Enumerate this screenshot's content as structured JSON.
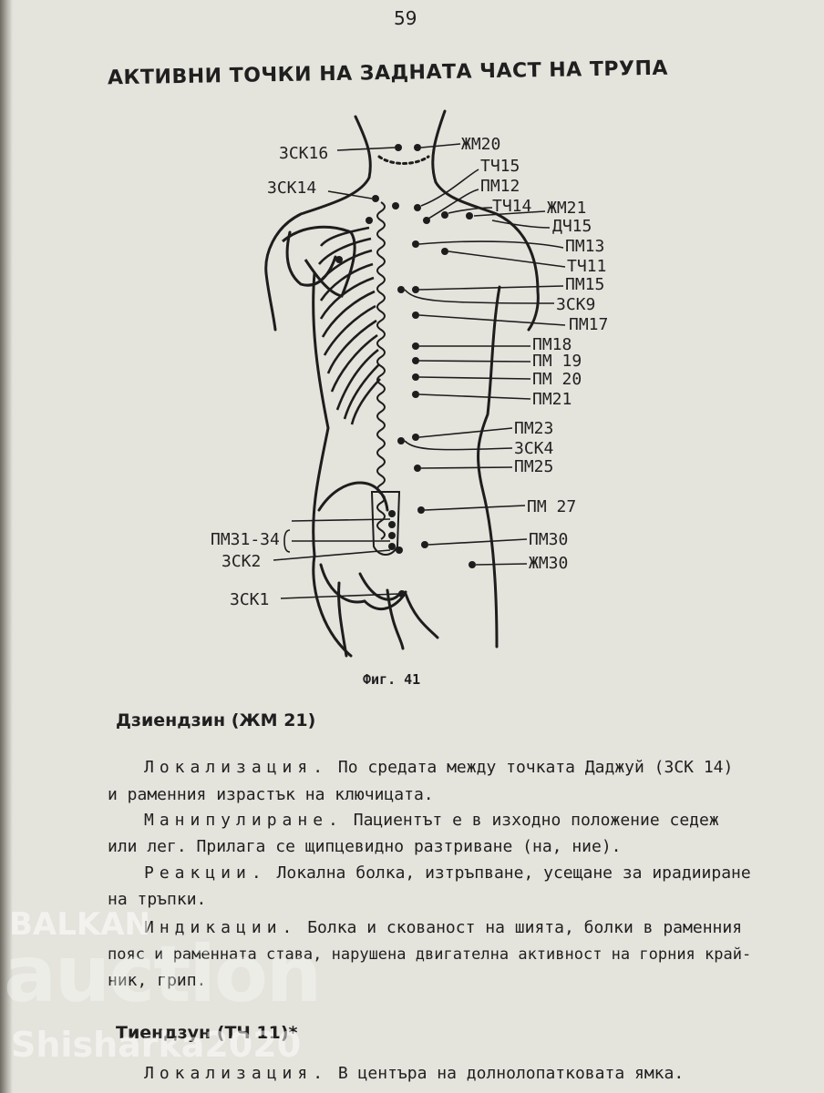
{
  "page": {
    "number": "59",
    "title": "АКТИВНИ ТОЧКИ НА ЗАДНАТА ЧАСТ НА ТРУПА"
  },
  "figure": {
    "caption": "Фиг. 41",
    "labels_left": [
      "ЗСК16",
      "ЗСК14",
      "ПМ31-34",
      "ЗСК2",
      "ЗСК1"
    ],
    "labels_right": [
      "ЖМ20",
      "ТЧ15",
      "ПМ12",
      "ТЧ14",
      "ЖМ21",
      "ДЧ15",
      "ПМ13",
      "ТЧ11",
      "ПМ15",
      "ЗСК9",
      "ПМ17",
      "ПМ18",
      "ПМ 19",
      "ПМ 20",
      "ПМ21",
      "ПМ23",
      "ЗСК4",
      "ПМ25",
      "ПМ 27",
      "ПМ30",
      "ЖМ30"
    ]
  },
  "sections": [
    {
      "heading": "Дзиендзин (ЖМ 21)",
      "paragraphs": [
        {
          "term": "Локализация.",
          "lines": [
            " По средата между точката Даджуй (ЗСК 14)",
            "и раменния израстък на ключицата."
          ]
        },
        {
          "term": "Манипулиране.",
          "lines": [
            " Пациентът е в изходно положение седеж",
            "или лег. Прилага се щипцевидно разтриване (на, ние)."
          ]
        },
        {
          "term": "Реакции.",
          "lines": [
            " Локална болка, изтръпване, усещане за ирадииране",
            "на тръпки."
          ]
        },
        {
          "term": "Индикации.",
          "lines": [
            " Болка и скованост на шията, болки в раменния",
            "пояс и раменната става, нарушена двигателна активност на горния край-",
            "ник, грип."
          ]
        }
      ]
    },
    {
      "heading": "Тиендзун (ТЧ 11)*",
      "paragraphs": [
        {
          "term": "Локализация.",
          "lines": [
            " В центъра на долнолопатковата ямка."
          ]
        }
      ]
    }
  ],
  "watermark": {
    "line1": "BALKAN",
    "line2": "auction",
    "line3": "Shisharka2020"
  }
}
